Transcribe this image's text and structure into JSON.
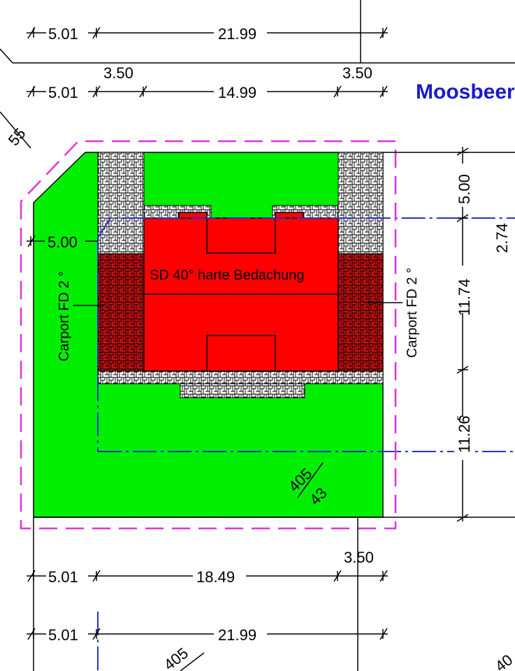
{
  "street": {
    "name": "Moosbeer"
  },
  "dimensions": {
    "top_row1": {
      "left": "5.01",
      "main": "21.99"
    },
    "top_row2": {
      "left": "5.01",
      "main": "14.99",
      "offset_left": "3.50",
      "offset_right": "3.50"
    },
    "left_setback": "5.00",
    "right": {
      "upper": "5.00",
      "middle": "11.74",
      "lower": "11.26",
      "lower_sup": "5",
      "far": "2.74"
    },
    "bottom_row1": {
      "left": "5.01",
      "main": "18.49",
      "offset": "3.50"
    },
    "bottom_row2": {
      "left": "5.01",
      "main": "21.99"
    },
    "diag_top_left": "55"
  },
  "labels": {
    "roof": "SD 40° harte Bedachung",
    "carport_left": "Carport FD 2 °",
    "carport_right": "Carport FD 2 °",
    "parcel_numerator": "405",
    "parcel_denominator": "43",
    "parcel_bottom_partial": "405",
    "parcel_bottom_right_partial": "40"
  },
  "colors": {
    "lawn": "#00ee00",
    "building": "#ff0000",
    "paving_dark": "#cc1010",
    "paving_light": "#ffffff",
    "boundary_dashed": "#dd33dd",
    "building_line": "#2233cc",
    "street_label": "#1a1acc"
  }
}
